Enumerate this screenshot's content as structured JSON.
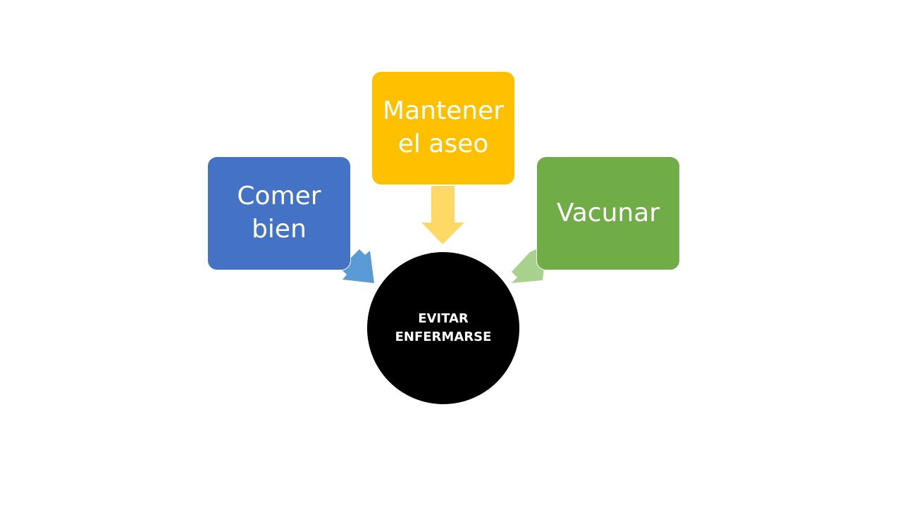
{
  "diagram": {
    "center": {
      "label": "EVITAR\nENFERMARSE",
      "color": "#000000"
    },
    "nodes": [
      {
        "id": "left",
        "label": "Comer bien",
        "color": "#4472C4",
        "arrow_color": "#5B9BD5"
      },
      {
        "id": "top",
        "label": "Mantener el aseo",
        "color": "#FFC000",
        "arrow_color": "#FFD966"
      },
      {
        "id": "right",
        "label": "Vacunar",
        "color": "#70AD47",
        "arrow_color": "#A9D18E"
      }
    ]
  }
}
